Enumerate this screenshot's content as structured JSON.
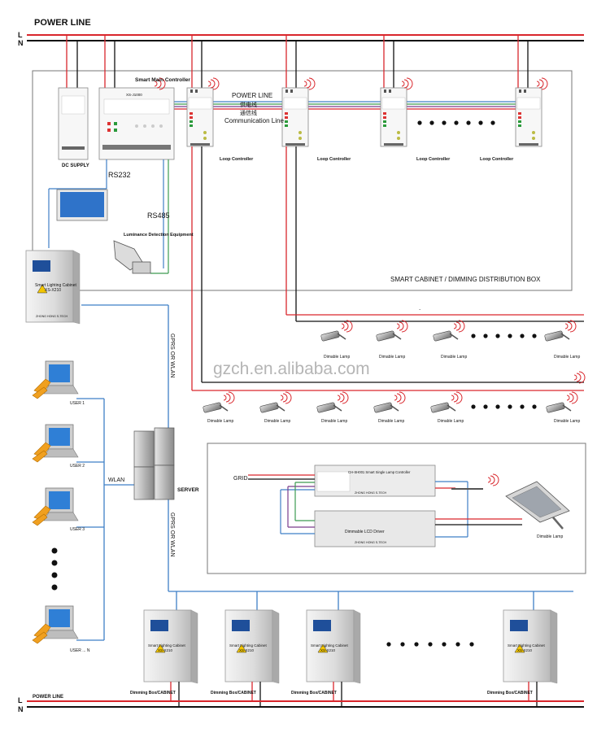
{
  "title": "POWER LINE",
  "bottom_power_label": "POWER LINE",
  "line_letters": {
    "top_l": "L",
    "top_n": "N",
    "bottom_l": "L",
    "bottom_n": "N"
  },
  "cabinet_area_label": "SMART CABINET / DIMMING DISTRIBUTION BOX",
  "dc_supply": "DC SUPPLY",
  "main_controller": {
    "title": "Smart Main Controller",
    "model": "XS-J1000"
  },
  "rs232": "RS232",
  "rs485": "RS485",
  "luminance": "Luminance Detection Equipment",
  "power_line_mid": "POWER LINE",
  "cn_power": "供电线",
  "cn_comm": "通信线",
  "comm_line": "Communication Line",
  "loop_controller": "Loop Controller",
  "lamp_label": "Dimable Lamp",
  "smart_cabinet": {
    "title": "Smart Lighting Cabinet",
    "model": "XS-X210",
    "brand": "ZHONG HONG S-TECH"
  },
  "users": [
    "USER 1",
    "USER 2",
    "USER 3",
    "USER ... N"
  ],
  "wlan": "WLAN",
  "server": "SERVER",
  "gprs_wlan": "GPRS  OR  WLAN",
  "dimming_box": "Dimming Box/CABINET",
  "watermark": "gzch.en.alibaba.com",
  "grid": "GRID",
  "single_lamp_controller": "CH-SH001 Smart Single Lamp Controller",
  "lcd_driver": "Dimmable LCD Driver",
  "driver_brand": "ZHONG HONG S-TECH",
  "ctrl_brand": "ZHONG HONG S-TECH",
  "dimable_lamp_big": "Dimable Lamp",
  "dot": ".",
  "colors": {
    "red": "#d9262c",
    "black": "#111111",
    "blue": "#3f7fc6",
    "green": "#3d9b52",
    "purple": "#7a3c8c"
  }
}
